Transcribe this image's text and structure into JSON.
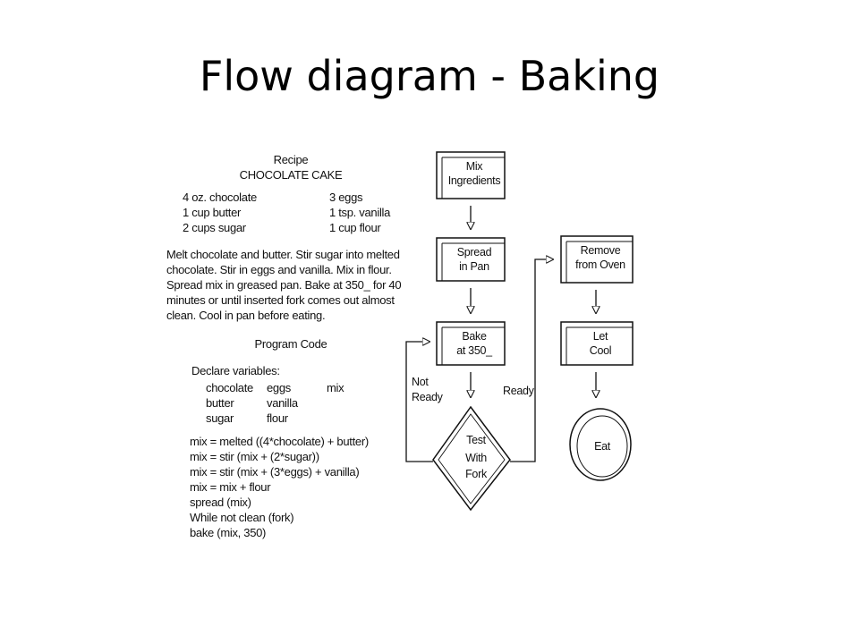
{
  "title": "Flow diagram - Baking",
  "recipe": {
    "heading": "Recipe",
    "name": "CHOCOLATE CAKE",
    "ingredients": [
      [
        "4 oz. chocolate",
        "3 eggs"
      ],
      [
        "1 cup butter",
        "1 tsp. vanilla"
      ],
      [
        "2 cups sugar",
        "1 cup flour"
      ]
    ],
    "instructions": [
      "Melt chocolate and butter.  Stir sugar into melted",
      "chocolate. Stir in eggs and vanilla.  Mix in flour.",
      "Spread  mix in greased pan.  Bake at 350_ for 40",
      "minutes or until inserted fork comes out almost",
      "clean. Cool in pan before eating."
    ],
    "program_heading": "Program Code",
    "declare_label": "Declare variables:",
    "variables": [
      [
        "chocolate",
        "eggs",
        "mix"
      ],
      [
        "butter",
        "vanilla",
        ""
      ],
      [
        "sugar",
        "flour",
        ""
      ]
    ],
    "code": [
      "mix = melted  ((4*chocolate) + butter)",
      "mix = stir (mix + (2*sugar))",
      "mix = stir (mix + (3*eggs) + vanilla)",
      "mix = mix + flour",
      "spread (mix)",
      "While not clean (fork)",
      "bake (mix, 350)"
    ]
  },
  "flowchart": {
    "mix": [
      "Mix",
      "Ingredients"
    ],
    "spread": [
      "Spread",
      "in Pan"
    ],
    "bake": [
      "Bake",
      "at 350_"
    ],
    "test": [
      "Test",
      "With",
      "Fork"
    ],
    "not_ready": [
      "Not",
      "Ready"
    ],
    "ready": "Ready",
    "remove": [
      "Remove",
      "from Oven"
    ],
    "cool": [
      "Let",
      "Cool"
    ],
    "eat": "Eat"
  }
}
